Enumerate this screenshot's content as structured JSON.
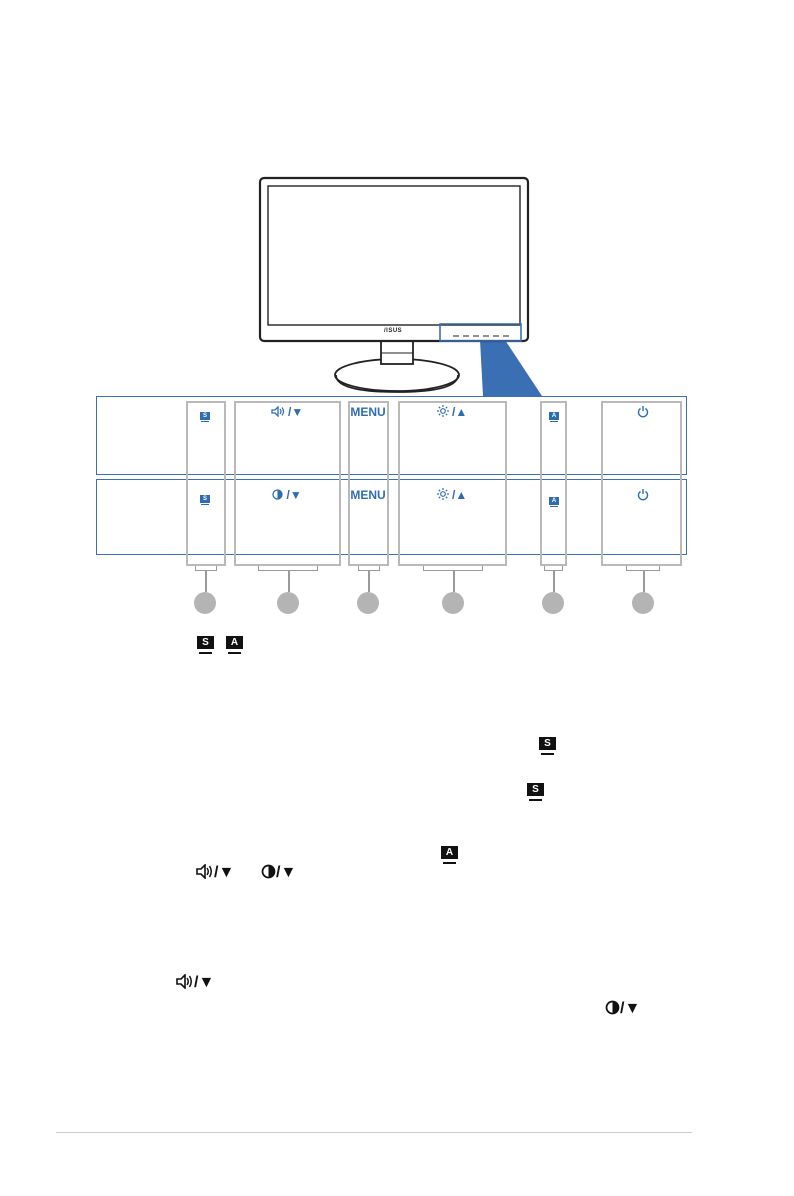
{
  "monitor": {
    "brand": "/ISUS"
  },
  "panel_top": {
    "buttons": [
      {
        "icon": "splendid-icon",
        "label": ""
      },
      {
        "icon": "volume-down-icon",
        "label": "▼"
      },
      {
        "icon": "menu-text",
        "label": "MENU"
      },
      {
        "icon": "brightness-up-icon",
        "label": "▲"
      },
      {
        "icon": "auto-adjust-icon",
        "label": ""
      },
      {
        "icon": "power-icon",
        "label": ""
      }
    ]
  },
  "panel_bottom": {
    "buttons": [
      {
        "icon": "splendid-icon",
        "label": ""
      },
      {
        "icon": "contrast-down-icon",
        "label": "▼"
      },
      {
        "icon": "menu-text",
        "label": "MENU"
      },
      {
        "icon": "brightness-up-icon",
        "label": "▲"
      },
      {
        "icon": "auto-adjust-icon",
        "label": ""
      },
      {
        "icon": "power-icon",
        "label": ""
      }
    ]
  },
  "glyphs": {
    "splendid": "S",
    "auto": "A",
    "slash": "/",
    "down": "▼",
    "up": "▲"
  },
  "colors": {
    "accent": "#2e6db4",
    "frame": "#3b6fb4",
    "box": "#b9b9b9",
    "callout": "#b4b4b4"
  }
}
